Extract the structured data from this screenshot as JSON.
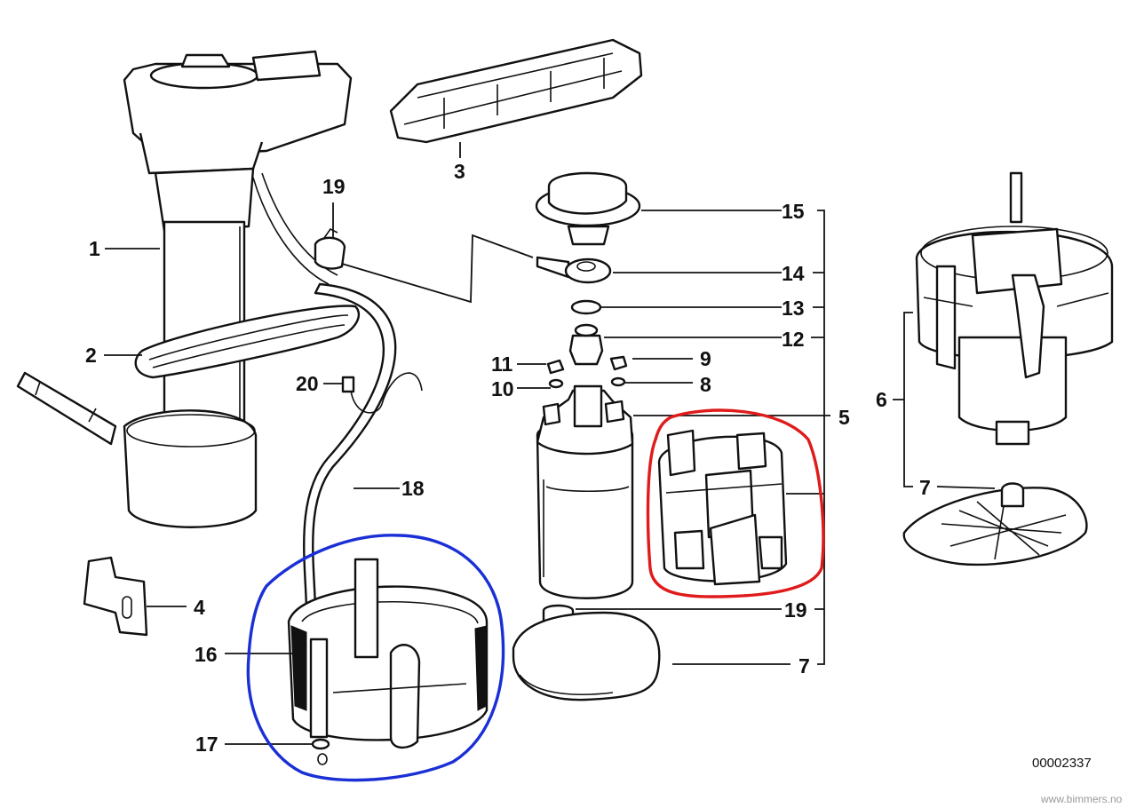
{
  "labels": {
    "p1": "1",
    "p2": "2",
    "p3": "3",
    "p4": "4",
    "p5": "5",
    "p6": "6",
    "p7a": "7",
    "p7b": "7",
    "p8": "8",
    "p9": "9",
    "p10": "10",
    "p11": "11",
    "p12": "12",
    "p13": "13",
    "p14": "14",
    "p15": "15",
    "p16": "16",
    "p17": "17",
    "p18": "18",
    "p19a": "19",
    "p19b": "19",
    "p20": "20"
  },
  "diagram_code": "00002337",
  "watermark": "www.bimmers.no",
  "highlights": {
    "red_color": "#e01b1b",
    "blue_color": "#1a2fd6"
  }
}
